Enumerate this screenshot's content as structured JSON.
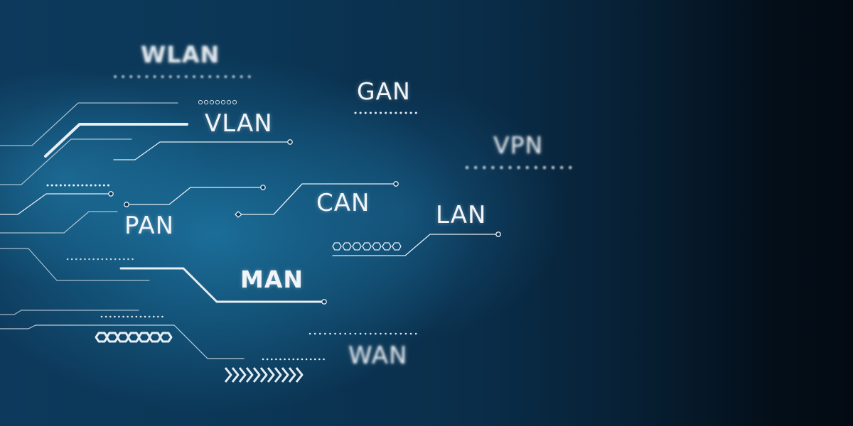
{
  "labels": {
    "wlan": "WLAN",
    "vlan": "VLAN",
    "gan": "GAN",
    "vpn": "VPN",
    "can": "CAN",
    "pan": "PAN",
    "lan": "LAN",
    "man": "MAN",
    "wan": "WAN"
  },
  "colors": {
    "line": "#e6edf3",
    "background_left": "#0d3a5c",
    "background_right": "#030a12"
  }
}
